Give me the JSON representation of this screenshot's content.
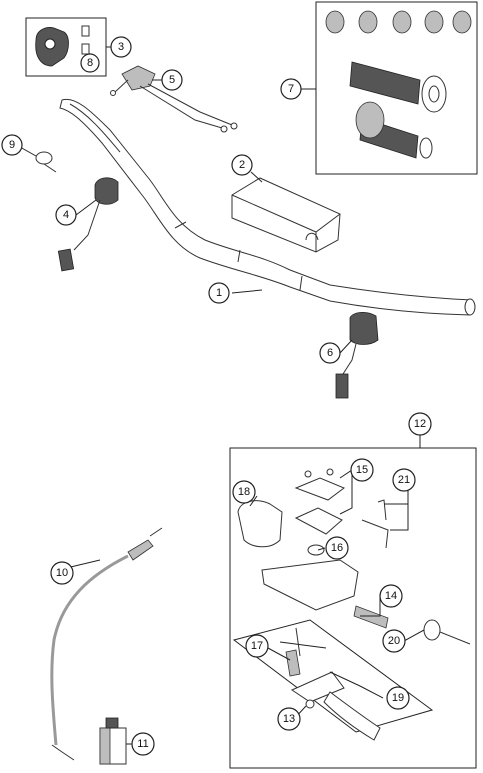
{
  "callouts": [
    {
      "id": "1",
      "label": "1"
    },
    {
      "id": "2",
      "label": "2"
    },
    {
      "id": "3",
      "label": "3"
    },
    {
      "id": "4",
      "label": "4"
    },
    {
      "id": "5",
      "label": "5"
    },
    {
      "id": "6",
      "label": "6"
    },
    {
      "id": "7",
      "label": "7"
    },
    {
      "id": "8",
      "label": "8"
    },
    {
      "id": "9",
      "label": "9"
    },
    {
      "id": "10",
      "label": "10"
    },
    {
      "id": "11",
      "label": "11"
    },
    {
      "id": "12",
      "label": "12"
    },
    {
      "id": "13",
      "label": "13"
    },
    {
      "id": "14",
      "label": "14"
    },
    {
      "id": "15",
      "label": "15"
    },
    {
      "id": "16",
      "label": "16"
    },
    {
      "id": "17",
      "label": "17"
    },
    {
      "id": "18",
      "label": "18"
    },
    {
      "id": "19",
      "label": "19"
    },
    {
      "id": "20",
      "label": "20"
    },
    {
      "id": "21",
      "label": "21"
    }
  ],
  "colors": {
    "line": "#333333",
    "shade": "#bdbdbd",
    "grip": "#555555"
  }
}
